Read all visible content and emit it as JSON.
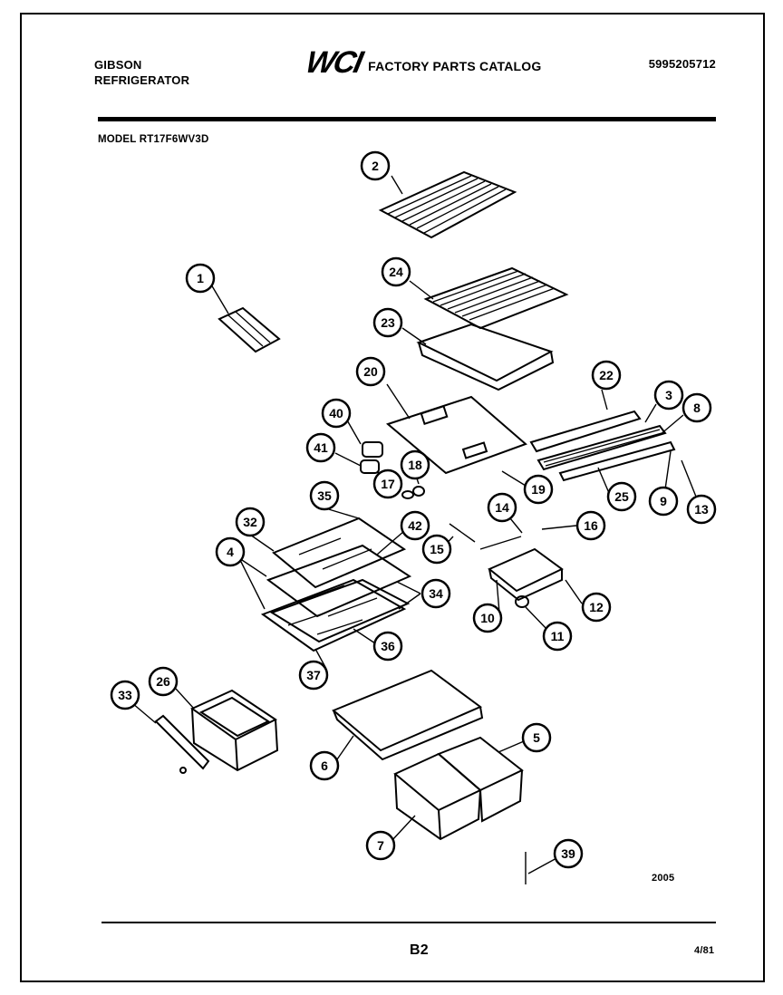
{
  "header": {
    "brand_line1": "GIBSON",
    "brand_line2": "REFRIGERATOR",
    "logo": "WCI",
    "catalog_title": "FACTORY PARTS CATALOG",
    "doc_number": "5995205712",
    "model": "MODEL RT17F6WV3D"
  },
  "footer": {
    "page": "B2",
    "date": "4/81",
    "ref_code": "2005"
  },
  "callouts": [
    "1",
    "2",
    "3",
    "4",
    "5",
    "6",
    "7",
    "8",
    "9",
    "10",
    "11",
    "12",
    "13",
    "14",
    "15",
    "16",
    "17",
    "18",
    "19",
    "20",
    "22",
    "23",
    "24",
    "25",
    "26",
    "32",
    "33",
    "34",
    "35",
    "36",
    "37",
    "39",
    "40",
    "41",
    "42"
  ]
}
